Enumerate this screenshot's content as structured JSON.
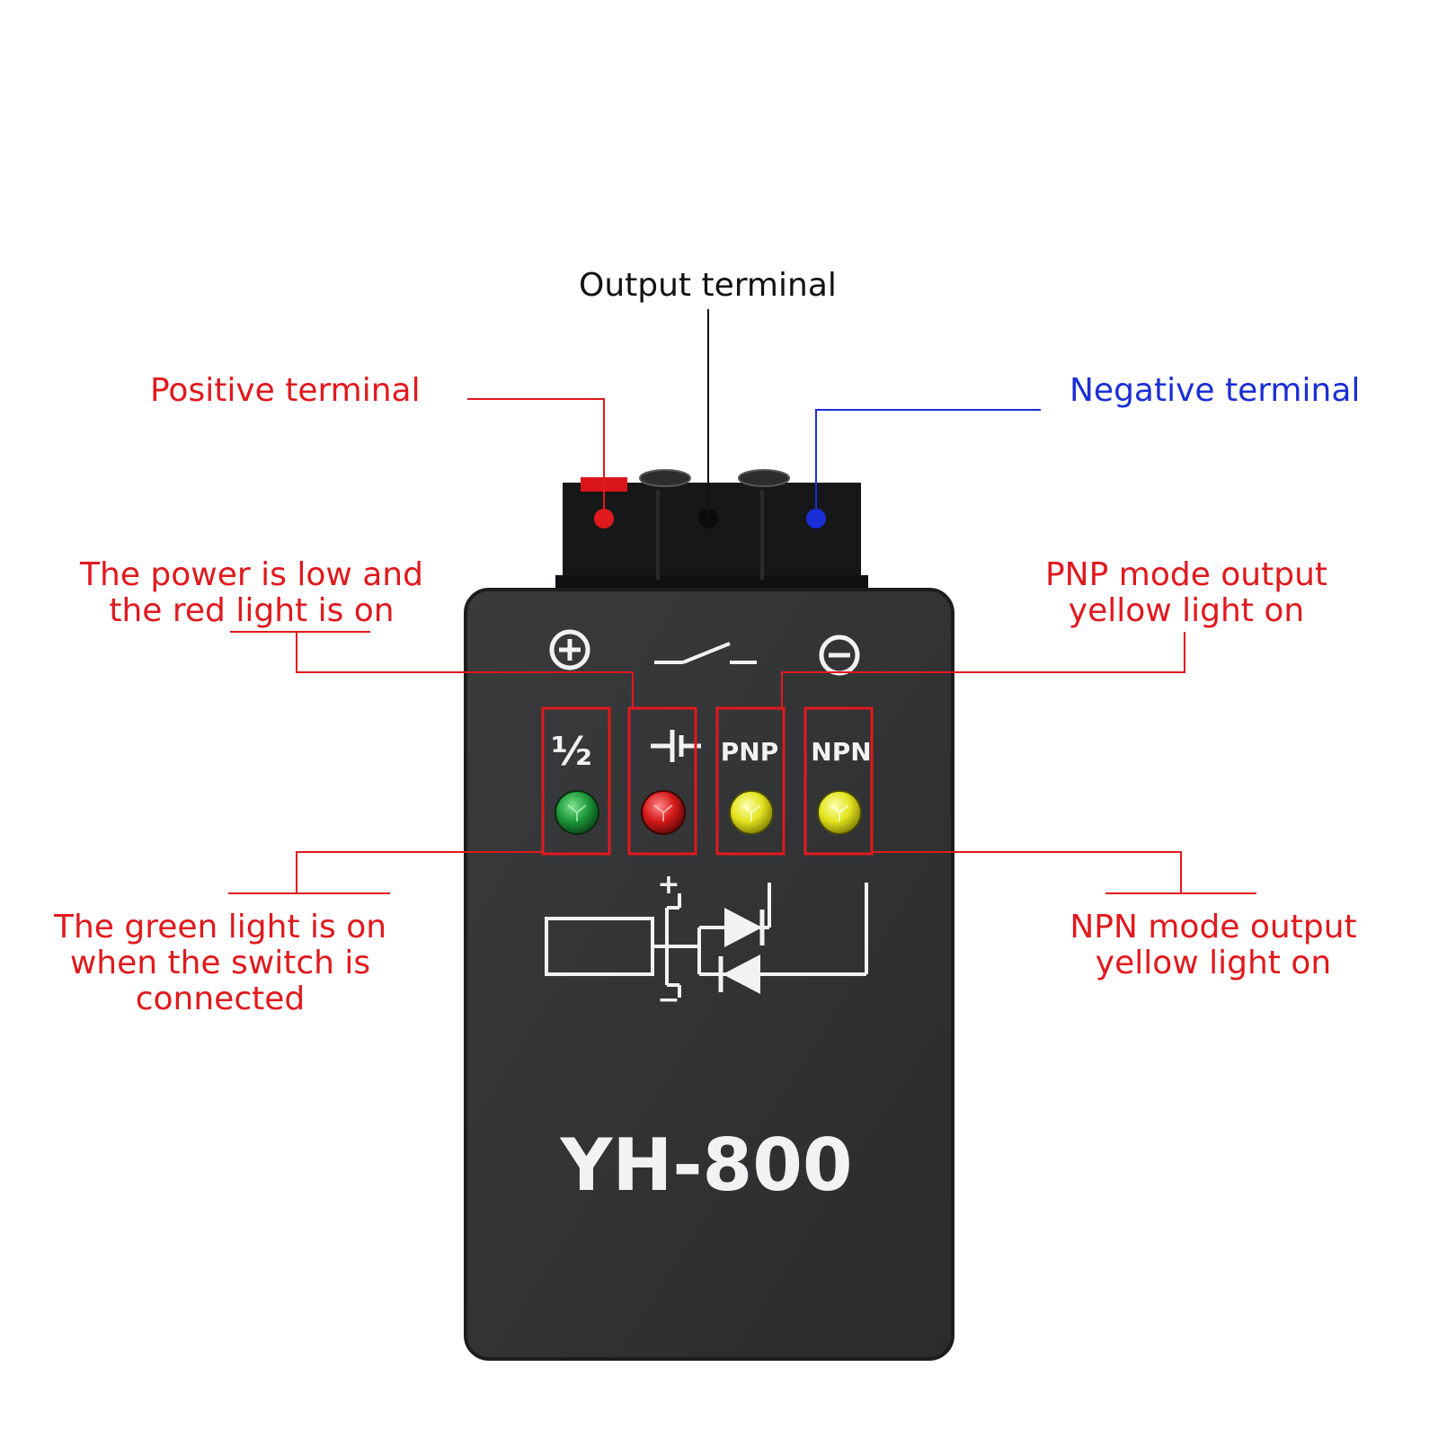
{
  "colors": {
    "background": "#ffffff",
    "device_body": "#2f3032",
    "device_edge": "#1c1d1f",
    "terminal_block": "#161718",
    "callout_red": "#e0191d",
    "callout_blue": "#1a2ed6",
    "callout_black": "#111111",
    "led_green": "#1d9a3a",
    "led_red": "#d61a1a",
    "led_yellow": "#e3e31e",
    "print_white": "#f2f2f2"
  },
  "callouts": {
    "output_terminal": "Output terminal",
    "positive_terminal": "Positive terminal",
    "negative_terminal": "Negative terminal",
    "power_low": [
      "The power is low and",
      "the red light is on"
    ],
    "pnp_output": [
      "PNP mode output",
      "yellow light on"
    ],
    "switch_connected": [
      "The green light is on",
      "when the switch is",
      "connected"
    ],
    "npn_output": [
      "NPN mode output",
      "yellow light on"
    ]
  },
  "device": {
    "model": "YH-800",
    "indicator_labels": [
      "½",
      "PNP",
      "NPN"
    ],
    "led_colors": [
      "green",
      "red",
      "yellow",
      "yellow"
    ],
    "icons": [
      "plus-circle-icon",
      "switch-symbol-icon",
      "minus-circle-icon",
      "battery-symbol-icon",
      "circuit-diagram-icon"
    ],
    "circuit_marks": [
      "+",
      "−"
    ]
  }
}
